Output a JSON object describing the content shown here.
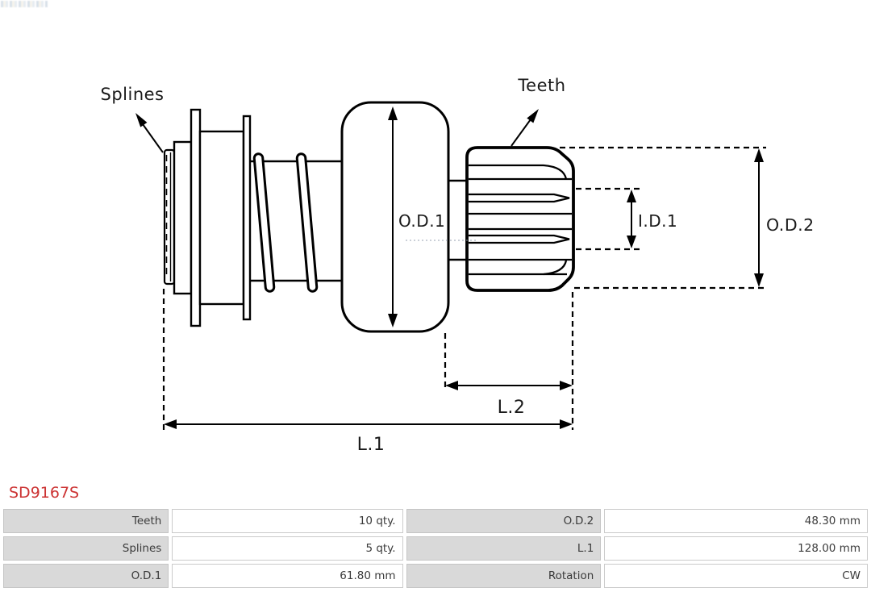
{
  "part_number": "SD9167S",
  "accent_color": "#cc3333",
  "diagram": {
    "labels": {
      "splines": "Splines",
      "teeth": "Teeth",
      "od1": "O.D.1",
      "id1": "I.D.1",
      "od2": "O.D.2",
      "l2": "L.2",
      "l1": "L.1"
    }
  },
  "specs": {
    "rows": [
      {
        "label_left": "Teeth",
        "value_left": "10 qty.",
        "label_right": "O.D.2",
        "value_right": "48.30 mm"
      },
      {
        "label_left": "Splines",
        "value_left": "5 qty.",
        "label_right": "L.1",
        "value_right": "128.00 mm"
      },
      {
        "label_left": "O.D.1",
        "value_left": "61.80 mm",
        "label_right": "Rotation",
        "value_right": "CW"
      }
    ]
  }
}
